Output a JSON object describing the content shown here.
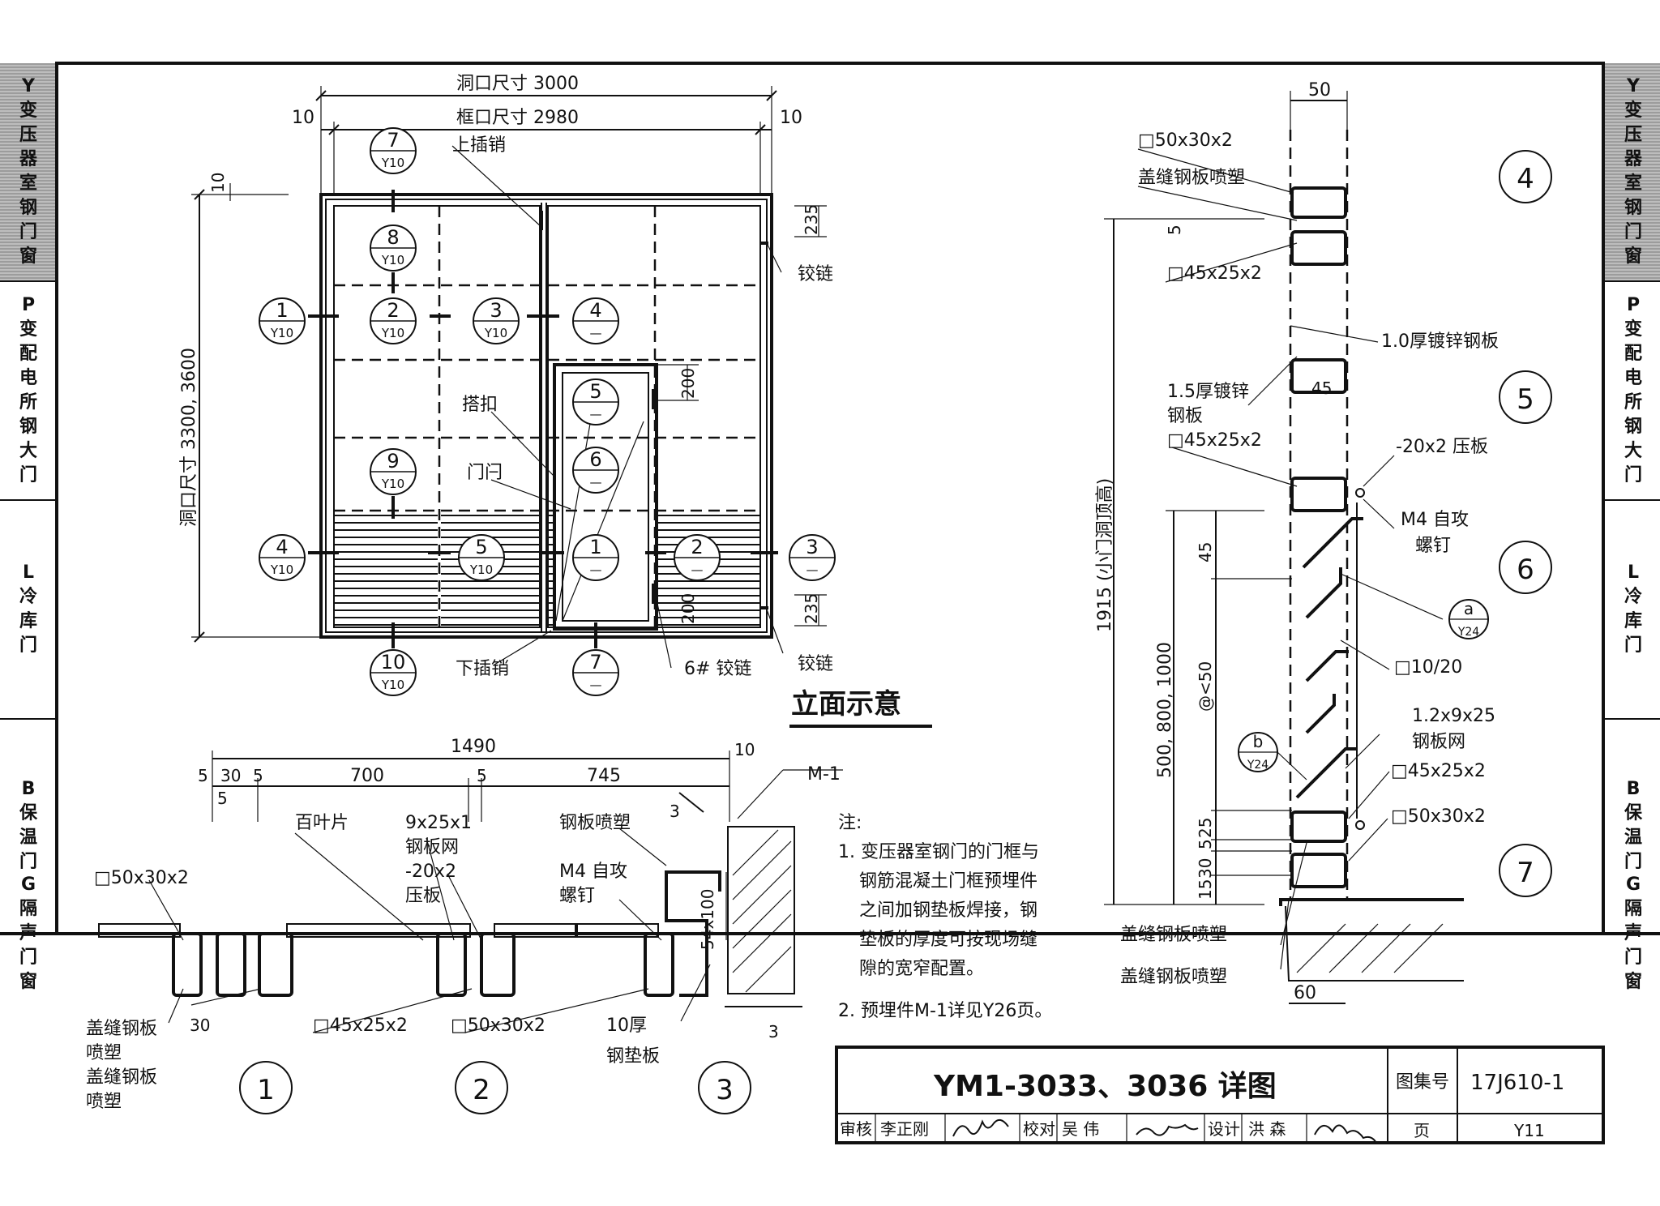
{
  "left_tabs": [
    {
      "code": "Y",
      "title": "变压器室钢门窗",
      "active": true
    },
    {
      "code": "P",
      "title": "变配电所钢大门",
      "active": false
    },
    {
      "code": "L",
      "title": "冷库门",
      "active": false
    },
    {
      "code": "B",
      "title": "保温门",
      "active": false
    },
    {
      "code": "G",
      "title": "隔声门窗",
      "active": false
    }
  ],
  "right_tabs": [
    {
      "code": "Y",
      "title": "变压器室钢门窗",
      "active": true
    },
    {
      "code": "P",
      "title": "变配电所钢大门",
      "active": false
    },
    {
      "code": "L",
      "title": "冷库门",
      "active": false
    },
    {
      "code": "B",
      "title": "保温门",
      "active": false
    },
    {
      "code": "G",
      "title": "隔声门窗",
      "active": false
    }
  ],
  "elevation": {
    "dim_opening": "洞口尺寸 3000",
    "dim_frame": "框口尺寸 2980",
    "dim_10": "10",
    "dim_235": "235",
    "dim_200": "200",
    "dim_height": "洞口尺寸 3300, 3600",
    "upper_bolt": "上插销",
    "lower_bolt": "下插销",
    "hinge": "铰链",
    "hasp": "搭扣",
    "latch": "门闩",
    "hinge6": "6# 铰链",
    "title": "立面示意"
  },
  "markers": [
    {
      "n": "7",
      "s": "Y10"
    },
    {
      "n": "8",
      "s": "Y10"
    },
    {
      "n": "1",
      "s": "Y10"
    },
    {
      "n": "2",
      "s": "Y10"
    },
    {
      "n": "3",
      "s": "Y10"
    },
    {
      "n": "4",
      "s": "—"
    },
    {
      "n": "5",
      "s": "—"
    },
    {
      "n": "6",
      "s": "—"
    },
    {
      "n": "9",
      "s": "Y10"
    },
    {
      "n": "4",
      "s": "Y10"
    },
    {
      "n": "5",
      "s": "Y10"
    },
    {
      "n": "1",
      "s": "—"
    },
    {
      "n": "2",
      "s": "—"
    },
    {
      "n": "3",
      "s": "—"
    },
    {
      "n": "10",
      "s": "Y10"
    },
    {
      "n": "7",
      "s": "—"
    }
  ],
  "section": {
    "dim_1490": "1490",
    "dim_5": "5",
    "dim_30": "30",
    "dim_700": "700",
    "dim_745": "745",
    "dim_10": "10",
    "m1": "M-1",
    "dim_3": "3",
    "louver": "百叶片",
    "mesh": "9x25x1",
    "mesh2": "钢板网",
    "plate": "-20x2",
    "plate2": "压板",
    "steel_paint": "钢板喷塑",
    "screw": "M4 自攻",
    "screw2": "螺钉",
    "tube_50x30": "□50x30x2",
    "tube_45x25": "□45x25x2",
    "cover1": "盖缝钢板",
    "cover1b": "喷塑",
    "cover2": "盖缝钢板",
    "cover2b": "喷塑",
    "dim_54x100": "54x100",
    "pad": "10厚",
    "pad2": "钢垫板"
  },
  "detail_labels": [
    "1",
    "2",
    "3",
    "4",
    "5",
    "6",
    "7"
  ],
  "notes": {
    "head": "注:",
    "n1_lines": [
      "1. 变压器室钢门的门框与",
      "钢筋混凝土门框预埋件",
      "之间加钢垫板焊接，钢",
      "垫板的厚度可按现场缝",
      "隙的宽窄配置。"
    ],
    "n2": "2. 预埋件M-1详见Y26页。"
  },
  "vsection": {
    "dim_50": "50",
    "dim_5": "5",
    "dim_45": "45",
    "tube_50x30_top": "□50x30x2",
    "cover_top": "盖缝钢板喷塑",
    "tube_45x25_top": "□45x25x2",
    "galv10": "1.0厚镀锌钢板",
    "galv15": "1.5厚镀锌",
    "galv15b": "钢板",
    "tube_45x25_mid": "□45x25x2",
    "plate": "-20x2 压板",
    "screw": "M4 自攻",
    "screw2": "螺钉",
    "bar": "□10/20",
    "mesh": "1.2x9x25",
    "mesh2": "钢板网",
    "tube_45x25_low": "□45x25x2",
    "tube_50x30_low": "□50x30x2",
    "cover_a": "盖缝钢板喷塑",
    "cover_b": "盖缝钢板喷塑",
    "dim_1915": "1915 (小门洞顶高)",
    "dim_var": "500, 800, 1000",
    "dim_pitch": "@<50",
    "dim_45v": "45",
    "dim_25": "25",
    "dim_5v": "5",
    "dim_30": "30",
    "dim_15": "15",
    "dim_60": "60",
    "ref_a": "a",
    "ref_a_s": "Y24",
    "ref_b": "b",
    "ref_b_s": "Y24"
  },
  "title_block": {
    "title": "YM1-3033、3036 详图",
    "atlas_label": "图集号",
    "atlas_no": "17J610-1",
    "review": "审核",
    "reviewer": "李正刚",
    "check": "校对",
    "checker": "吴 伟",
    "design": "设计",
    "designer": "洪 森",
    "page_label": "页",
    "page_no": "Y11"
  }
}
